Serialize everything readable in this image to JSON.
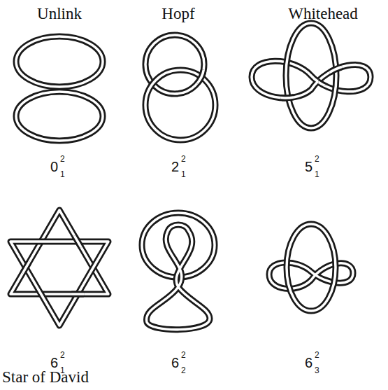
{
  "diagram": {
    "labels": [
      "Unlink",
      "Hopf",
      "Whitehead",
      "0",
      "2",
      "1",
      "2",
      "2",
      "1",
      "5",
      "2",
      "1",
      "6",
      "2",
      "1",
      "6",
      "2",
      "2",
      "6",
      "2",
      "3",
      "Star of David"
    ]
  }
}
